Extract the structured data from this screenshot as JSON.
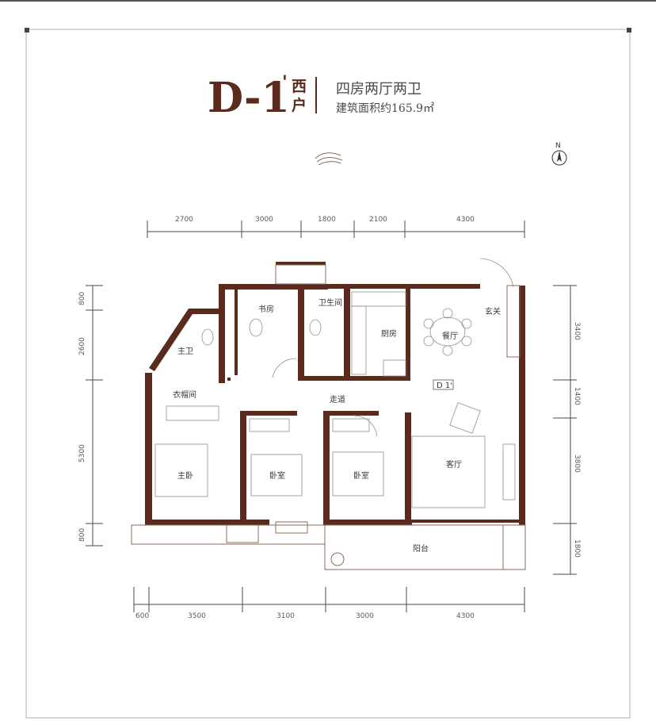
{
  "header": {
    "unit_code": "D-1",
    "prime": "'",
    "orientation_top": "西",
    "orientation_bottom": "户",
    "layout": "四房两厅两卫",
    "area": "建筑面积约165.9㎡"
  },
  "compass": {
    "label": "N"
  },
  "dimensions": {
    "top": [
      "2700",
      "3000",
      "1800",
      "2100",
      "4300"
    ],
    "bottom": [
      "600",
      "3500",
      "3100",
      "3000",
      "4300"
    ],
    "left": [
      "800",
      "2600",
      "5300",
      "800"
    ],
    "right": [
      "3400",
      "1400",
      "3800",
      "1800"
    ]
  },
  "rooms": {
    "study": "书房",
    "bathroom": "卫生间",
    "kitchen": "厨房",
    "dining": "餐厅",
    "foyer": "玄关",
    "master_bath": "主卫",
    "walkin_closet": "衣帽间",
    "corridor": "走道",
    "unit_tag": "D 1'",
    "master_bedroom": "主卧",
    "bedroom_2": "卧室",
    "bedroom_3": "卧室",
    "living_room": "客厅",
    "balcony": "阳台"
  },
  "colors": {
    "wall": "#5a2a1c",
    "frame": "#a8a8a8",
    "background": "#ffffff"
  }
}
